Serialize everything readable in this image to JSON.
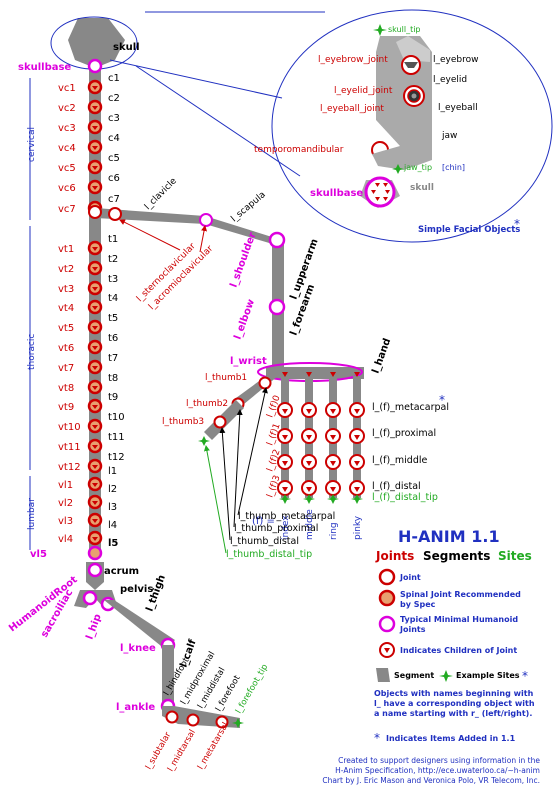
{
  "colors": {
    "segment": "#888888",
    "joint": "#cc0000",
    "joint_fill_spinal": "#e8a070",
    "humanoid": "#dd00dd",
    "label_red": "#cc0000",
    "label_magenta": "#dd00dd",
    "site_green": "#22aa22",
    "blue": "#2030c0"
  },
  "spine": {
    "skullbase_label": "skullbase",
    "skull_label": "skull",
    "cervical_joints": [
      "vc1",
      "vc2",
      "vc3",
      "vc4",
      "vc5",
      "vc6",
      "vc7"
    ],
    "cervical_segments": [
      "c1",
      "c2",
      "c3",
      "c4",
      "c5",
      "c6",
      "c7"
    ],
    "thoracic_joints": [
      "vt1",
      "vt2",
      "vt3",
      "vt4",
      "vt5",
      "vt6",
      "vt7",
      "vt8",
      "vt9",
      "vt10",
      "vt11",
      "vt12"
    ],
    "thoracic_segments": [
      "t1",
      "t2",
      "t3",
      "t4",
      "t5",
      "t6",
      "t7",
      "t8",
      "t9",
      "t10",
      "t11",
      "t12"
    ],
    "lumbar_joints": [
      "vl1",
      "vl2",
      "vl3",
      "vl4",
      "vl5"
    ],
    "lumbar_segments": [
      "l1",
      "l2",
      "l3",
      "l4",
      "l5"
    ],
    "region_cervical": "cervical",
    "region_thoracic": "thoracic",
    "region_lumbar": "lumbar",
    "sacrum_label": "sacrum",
    "humanoidroot_label": "HumanoidRoot",
    "sacroiliac_label": "sacroiliac",
    "pelvis_label": "pelvis"
  },
  "arm": {
    "l_clavicle": "l_clavicle",
    "l_scapula": "l_scapula",
    "l_sternoclavicular": "l_sternoclavicular",
    "l_acromioclavicular": "l_acromioclavicular",
    "l_shoulder": "l_shoulder",
    "l_upperarm": "l_upperarm",
    "l_elbow": "l_elbow",
    "l_forearm": "l_forearm",
    "l_wrist": "l_wrist",
    "l_hand": "l_hand",
    "l_thumb1": "l_thumb1",
    "l_thumb2": "l_thumb2",
    "l_thumb3": "l_thumb3",
    "finger_joint_labels": [
      "l_(f)0",
      "l_(f)1",
      "l_(f)2",
      "l_(f)3"
    ],
    "finger_segment_labels": [
      "l_(f)_metacarpal",
      "l_(f)_proximal",
      "l_(f)_middle",
      "l_(f)_distal"
    ],
    "finger_site_label": "l_(f)_distal_tip",
    "finger_names": [
      "index",
      "middle",
      "ring",
      "pinky"
    ],
    "f_key": "(f) =",
    "thumb_labels": [
      "l_thumb_metacarpal",
      "l_thumb_proximal",
      "l_thumb_distal"
    ],
    "thumb_site_label": "l_thumb_distal_tip"
  },
  "leg": {
    "l_hip": "l_hip",
    "l_thigh": "l_thigh",
    "l_knee": "l_knee",
    "l_calf": "l_calf",
    "l_ankle": "l_ankle",
    "foot_segments": [
      "l_hindfoot",
      "l_midproximal",
      "l_middistal",
      "l_forefoot"
    ],
    "foot_site": "l_forefoot_tip",
    "foot_joints": [
      "l_subtalar",
      "l_midtarsal",
      "l_metatarsal"
    ]
  },
  "face": {
    "skull_tip": "skull_tip",
    "l_eyebrow_joint": "l_eyebrow_joint",
    "l_eyebrow": "l_eyebrow",
    "l_eyelid": "l_eyelid",
    "l_eyelid_joint": "l_eyelid_joint",
    "l_eyeball_joint": "l_eyeball_joint",
    "l_eyeball": "l_eyeball",
    "jaw": "jaw",
    "temporomandibular": "temporomandibular",
    "jaw_tip": "jaw_tip",
    "chin": "[chin]",
    "skullbase": "skullbase",
    "skull": "skull",
    "caption": "Simple Facial Objects"
  },
  "legend": {
    "title": "H-ANIM 1.1",
    "heading_joints": "Joints",
    "heading_segments": "Segments",
    "heading_sites": "Sites",
    "joint": "Joint",
    "spinal": "Spinal Joint Recommended by Spec",
    "minimal": "Typical Minimal Humanoid Joints",
    "children": "Indicates Children of Joint",
    "segment": "Segment",
    "example_sites": "Example Sites",
    "note": "Objects with names beginning with l_ have a corresponding object with a name starting with r_ (left/right).",
    "added": "Indicates Items Added in 1.1",
    "credits_1": "Created to support designers using information in the",
    "credits_2": "H-Anim Specification, http://ece.uwaterloo.ca/~h-anim",
    "credits_3": "Chart by J. Eric Mason and Veronica Polo, VR Telecom, Inc."
  }
}
